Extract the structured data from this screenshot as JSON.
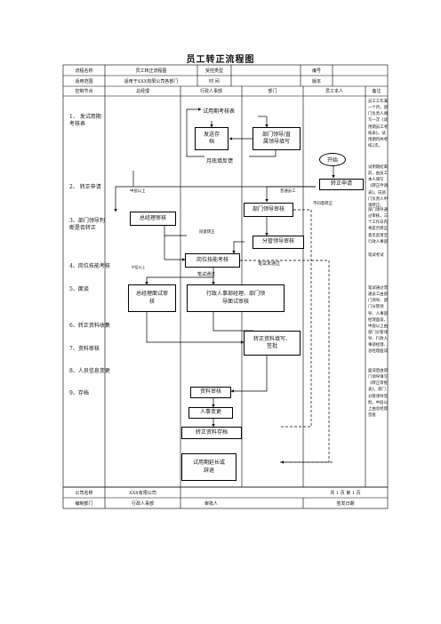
{
  "title": "员工转正流程图",
  "header": {
    "row1": {
      "k1": "流程名称",
      "v1": "员工转正流程图",
      "k2": "受控类型",
      "k3": "编号"
    },
    "row2": {
      "k1": "适用范围",
      "v1": "适用于XXX有限公司各部门",
      "k2": "时    间",
      "k3": "版本"
    },
    "cols": [
      "控制节点",
      "总经理",
      "行政人事部",
      "部门",
      "员工本人",
      "备注"
    ]
  },
  "steps": [
    "1、 发试用期考核表",
    "2、 转正申请",
    "3、部门领导判断是否转正",
    "4、岗位技能考核",
    "5、面谈",
    "6、转正资料收集",
    "7、资料审核",
    "8、人员信息变更",
    "9、存档"
  ],
  "boxes": {
    "trial_table": "试用期考核表",
    "send_archive_1": "发送存",
    "send_archive_2": "档",
    "dept_leader_fill_1": "部门领导/直",
    "dept_leader_fill_2": "属领导填写",
    "start": "开始",
    "apply": "转正申请",
    "dept_review": "部门领导审核",
    "gm_review": "总经理审核",
    "branch_review": "分管领导审核",
    "skill_test": "岗位技能考核",
    "gm_interview_1": "总经理面试审",
    "gm_interview_2": "核",
    "hr_interview_1": "行政人事部经理、部门领",
    "hr_interview_2": "导面试审核",
    "fill_sign_1": "转正资料填写、",
    "fill_sign_2": "签批",
    "data_review": "资料审核",
    "hr_change": "人事变更",
    "archive": "转正资料存档",
    "extend_1": "试用期延长或",
    "extend_2": "辞退"
  },
  "labels": {
    "monthly": "月底填反馈",
    "mid_above": "中层以上",
    "normal_staff": "普通员工",
    "disagree": "不同意转正",
    "agree": "同意转正",
    "mid_above_2": "中层以上",
    "test_fail": "笔试未通过",
    "test_pass": "笔试通过"
  },
  "notes": {
    "n1": "员工工作满一个月，部门负责人填写一次《试用期员工考核表》，试用期内共考核2次。",
    "n2": "试用期结束前，由员工本人填写《转正申请表》，向部门负责人申请转正。",
    "n3": "部门领导通过审核，三个工作日内将是否转正意见反馈至行政人事部",
    "n4": "笔试考试",
    "n5": "笔试通过普通员工由部门领导、部门分管领导、人事部经理面谈，中层以上由部门分管领导、行政人事部经理、总经理面谈",
    "n6": "面谈后由部门领导填写《转正审批表》，部门分管领导签批，中层以上由总经理签批"
  },
  "footer": {
    "company_k": "公司名称",
    "company_v": "XXX有限公司",
    "pages": "共  1  页     第  1  页",
    "dept_k": "编制部门",
    "dept_v": "行政人事部",
    "approver": "审批人",
    "sign_date": "签发日期"
  }
}
